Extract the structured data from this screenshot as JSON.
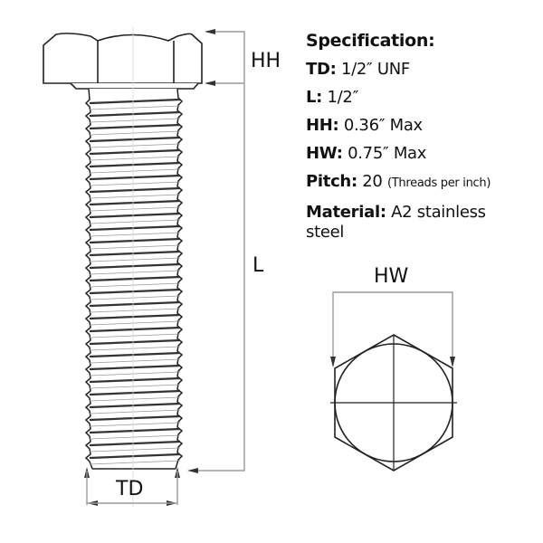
{
  "specification": {
    "title": "Specification:",
    "rows": [
      {
        "key": "TD:",
        "value": "1/2″ UNF"
      },
      {
        "key": "L:",
        "value": "1/2″"
      },
      {
        "key": "HH:",
        "value": "0.36″ Max"
      },
      {
        "key": "HW:",
        "value": "0.75″ Max"
      },
      {
        "key": "Pitch:",
        "value": "20",
        "note": "(Threads per inch)"
      },
      {
        "key": "Material:",
        "value": "A2 stainless steel"
      }
    ]
  },
  "dimensions": {
    "hh_label": "HH",
    "l_label": "L",
    "td_label": "TD",
    "hw_label": "HW"
  },
  "colors": {
    "line": "#222222",
    "dimension_line": "#9a9a9a",
    "text": "#111111",
    "background": "#ffffff"
  }
}
